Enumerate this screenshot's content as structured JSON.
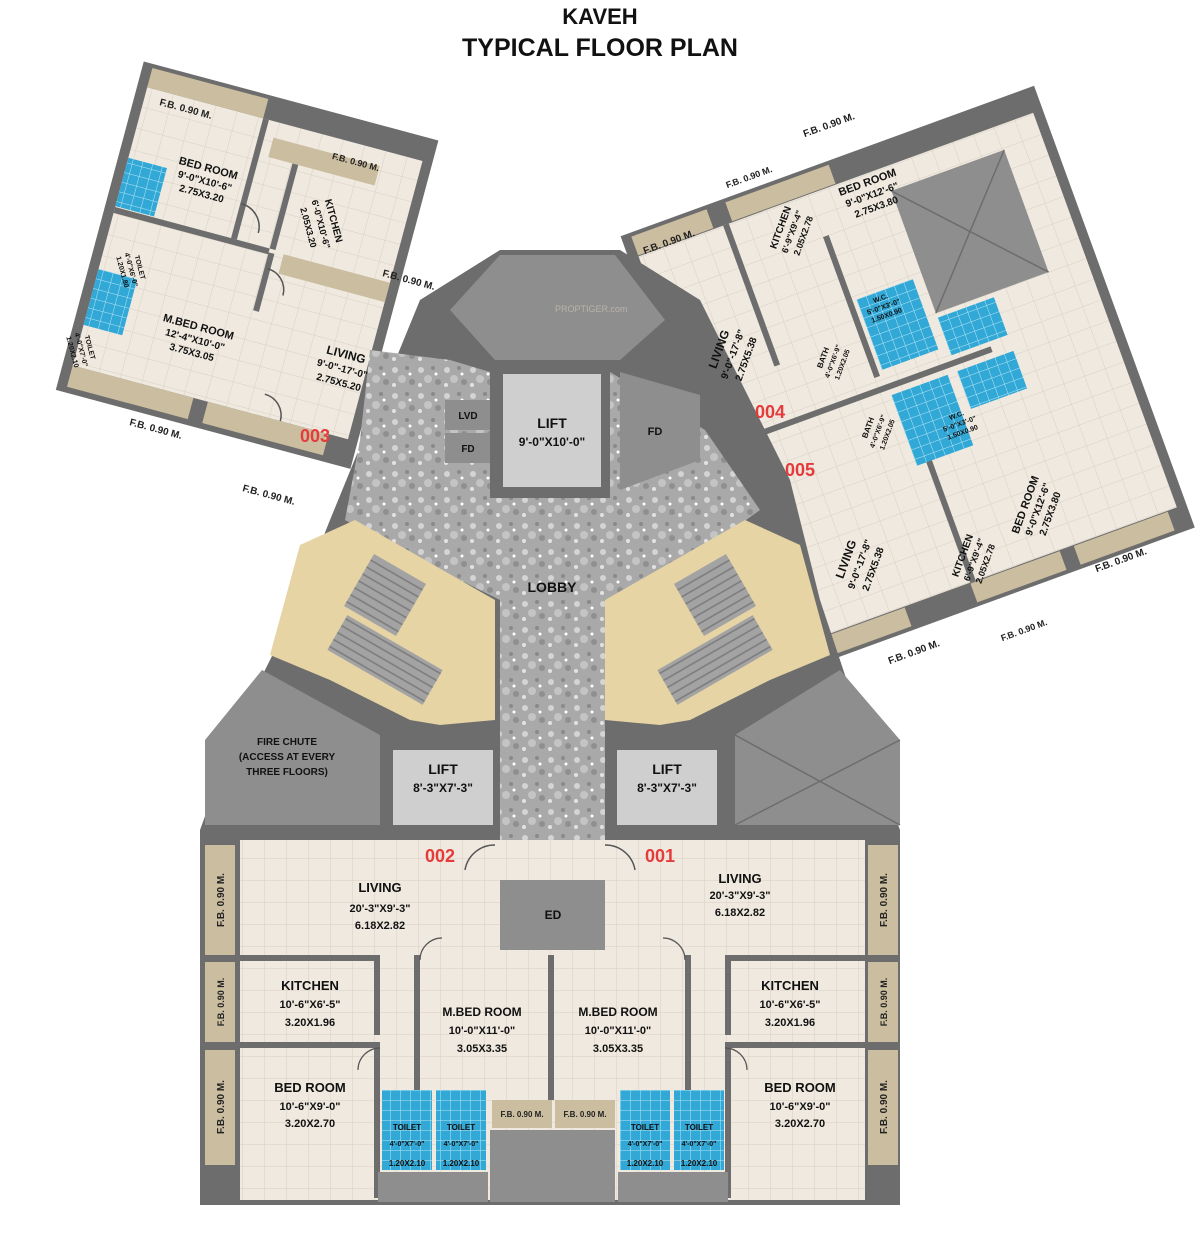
{
  "title": {
    "line1": "KAVEH",
    "line2": "TYPICAL FLOOR PLAN"
  },
  "watermark": "PROPTIGER.com",
  "colors": {
    "wall": "#6d6d6d",
    "floor": "#efe9df",
    "grid": "#d9d0c2",
    "balcony": "#cbbd9f",
    "core": "#8e8e8e",
    "tile": "#32a8d6",
    "lobby": "#a8a8a8",
    "stair": "#e6d4a4"
  },
  "balcony_label": "F.B. 0.90 M.",
  "units": {
    "u001": "001",
    "u002": "002",
    "u003": "003",
    "u004": "004",
    "u005": "005"
  },
  "labels": {
    "lobby": "LOBBY",
    "lift_main": {
      "name": "LIFT",
      "dim": "9'-0\"X10'-0\""
    },
    "lift_left": {
      "name": "LIFT",
      "dim": "8'-3\"X7'-3\""
    },
    "lift_right": {
      "name": "LIFT",
      "dim": "8'-3\"X7'-3\""
    },
    "fd": "FD",
    "lvd": "LVD",
    "ed": "ED",
    "fire_chute": [
      "FIRE CHUTE",
      "(ACCESS AT EVERY",
      "THREE FLOORS)"
    ]
  },
  "rooms": {
    "u003_bed": [
      "BED ROOM",
      "9'-0\"X10'-6\"",
      "2.75X3.20"
    ],
    "u003_kitchen": [
      "KITCHEN",
      "6'-0\"X10'-6\"",
      "2.05X3.20"
    ],
    "u003_mbed": [
      "M.BED ROOM",
      "12'-4\"X10'-0\"",
      "3.75X3.05"
    ],
    "u003_living": [
      "LIVING",
      "9'-0\"-17'-0\"",
      "2.75X5.20"
    ],
    "u003_toilet1": [
      "TOILET",
      "4'-0\"X6'-0\"",
      "1.20X1.80"
    ],
    "u003_toilet2": [
      "TOILET",
      "4'-0\"X7'-0\"",
      "1.20X2.10"
    ],
    "u004_kitchen": [
      "KITCHEN",
      "6'-9\"X9'-4\"",
      "2.05X2.78"
    ],
    "u004_bed": [
      "BED ROOM",
      "9'-0\"X12'-6\"",
      "2.75X3.80"
    ],
    "u004_living": [
      "LIVING",
      "9'-0\"-17'-8\"",
      "2.75X5.38"
    ],
    "u004_wc": [
      "W.C.",
      "5'-0\"X3'-0\"",
      "1.50X0.90"
    ],
    "u004_bath": [
      "BATH",
      "4'-0\"X6'-9\"",
      "1.20X2.05"
    ],
    "u005_bath": [
      "BATH",
      "4'-0\"X6'-9\"",
      "1.20X2.05"
    ],
    "u005_wc": [
      "W.C.",
      "5'-0\"X3'-0\"",
      "1.50X0.90"
    ],
    "u005_bed": [
      "BED ROOM",
      "9'-0\"X12'-6\"",
      "2.75X3.80"
    ],
    "u005_living": [
      "LIVING",
      "9'-0\"-17'-8\"",
      "2.75X5.38"
    ],
    "u005_kitchen": [
      "KITCHEN",
      "6'-9\"X9'-4\"",
      "2.05X2.78"
    ],
    "u002_living": [
      "LIVING",
      "20'-3\"X9'-3\"",
      "6.18X2.82"
    ],
    "u001_living": [
      "LIVING",
      "20'-3\"X9'-3\"",
      "6.18X2.82"
    ],
    "u002_kitchen": [
      "KITCHEN",
      "10'-6\"X6'-5\"",
      "3.20X1.96"
    ],
    "u001_kitchen": [
      "KITCHEN",
      "10'-6\"X6'-5\"",
      "3.20X1.96"
    ],
    "u002_mbed": [
      "M.BED ROOM",
      "10'-0\"X11'-0\"",
      "3.05X3.35"
    ],
    "u001_mbed": [
      "M.BED ROOM",
      "10'-0\"X11'-0\"",
      "3.05X3.35"
    ],
    "u002_bed": [
      "BED ROOM",
      "10'-6\"X9'-0\"",
      "3.20X2.70"
    ],
    "u001_bed": [
      "BED ROOM",
      "10'-6\"X9'-0\"",
      "3.20X2.70"
    ],
    "toilet_std": [
      "TOILET",
      "4'-0\"X7'-0\"",
      "1.20X2.10"
    ]
  }
}
